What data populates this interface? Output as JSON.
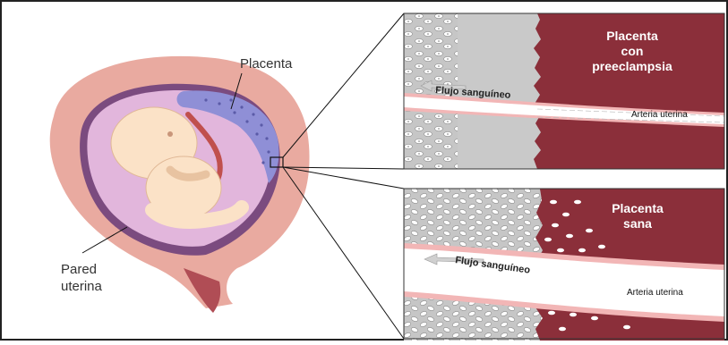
{
  "labels": {
    "placenta": "Placenta",
    "pared_line1": "Pared",
    "pared_line2": "uterina"
  },
  "panels": {
    "preeclampsia": {
      "title_line1": "Placenta",
      "title_line2": "con",
      "title_line3": "preeclampsia",
      "flow_label": "Flujo sanguíneo",
      "artery_label": "Arteria uterina"
    },
    "healthy": {
      "title_line1": "Placenta",
      "title_line2": "sana",
      "flow_label": "Flujo sanguíneo",
      "artery_label": "Arteria uterina"
    }
  },
  "colors": {
    "placenta_tissue": "#8b2f3a",
    "uterine_wall": "#e9aaa0",
    "uterus_inner": "#d9a9d8",
    "placenta_blue": "#8f8fd6",
    "fetus_skin": "#fbe2c7",
    "cells_bg": "#c9c9c9"
  }
}
